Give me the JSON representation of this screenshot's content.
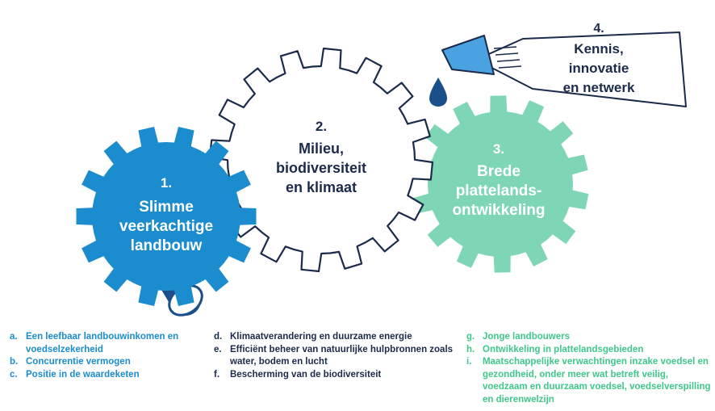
{
  "gears": [
    {
      "id": "gear-1",
      "number": "1.",
      "lines": [
        "Slimme",
        "veerkachtige",
        "landbouw"
      ],
      "color": "#1b8cce",
      "text_color": "#ffffff"
    },
    {
      "id": "gear-2",
      "number": "2.",
      "lines": [
        "Milieu,",
        "biodiversiteit",
        "en klimaat"
      ],
      "color": "#ffffff",
      "text_color": "#1c2b4b"
    },
    {
      "id": "gear-3",
      "number": "3.",
      "lines": [
        "Brede",
        "plattelands-",
        "ontwikkeling"
      ],
      "color": "#7ed6b6",
      "text_color": "#ffffff"
    }
  ],
  "bottle": {
    "number": "4.",
    "lines": [
      "Kennis,",
      "innovatie",
      "en netwerk"
    ],
    "text_color": "#1c2b4b"
  },
  "colors": {
    "navy": "#1c2b4b",
    "drop": "#1b4f8a",
    "handle": "#1b4f8a"
  },
  "legend": {
    "column1": [
      {
        "letter": "a.",
        "text": "Een leefbaar landbouwinkomen en voedselzekerheid"
      },
      {
        "letter": "b.",
        "text": "Concurrentie vermogen"
      },
      {
        "letter": "c.",
        "text": "Positie in de waardeketen"
      }
    ],
    "column2": [
      {
        "letter": "d.",
        "text": "Klimaatverandering en duurzame energie"
      },
      {
        "letter": "e.",
        "text": "Efficiënt beheer van natuurlijke hulpbronnen zoals water, bodem en lucht"
      },
      {
        "letter": "f.",
        "text": "Bescherming van de biodiversiteit"
      }
    ],
    "column3": [
      {
        "letter": "g.",
        "text": "Jonge landbouwers"
      },
      {
        "letter": "h.",
        "text": "Ontwikkeling in plattelandsgebieden"
      },
      {
        "letter": "i.",
        "text": "Maatschappelijke verwachtingen inzake voedsel en gezondheid, onder meer wat betreft veilig, voedzaam en duurzaam voedsel, voedselverspilling en dierenwelzijn"
      }
    ]
  }
}
